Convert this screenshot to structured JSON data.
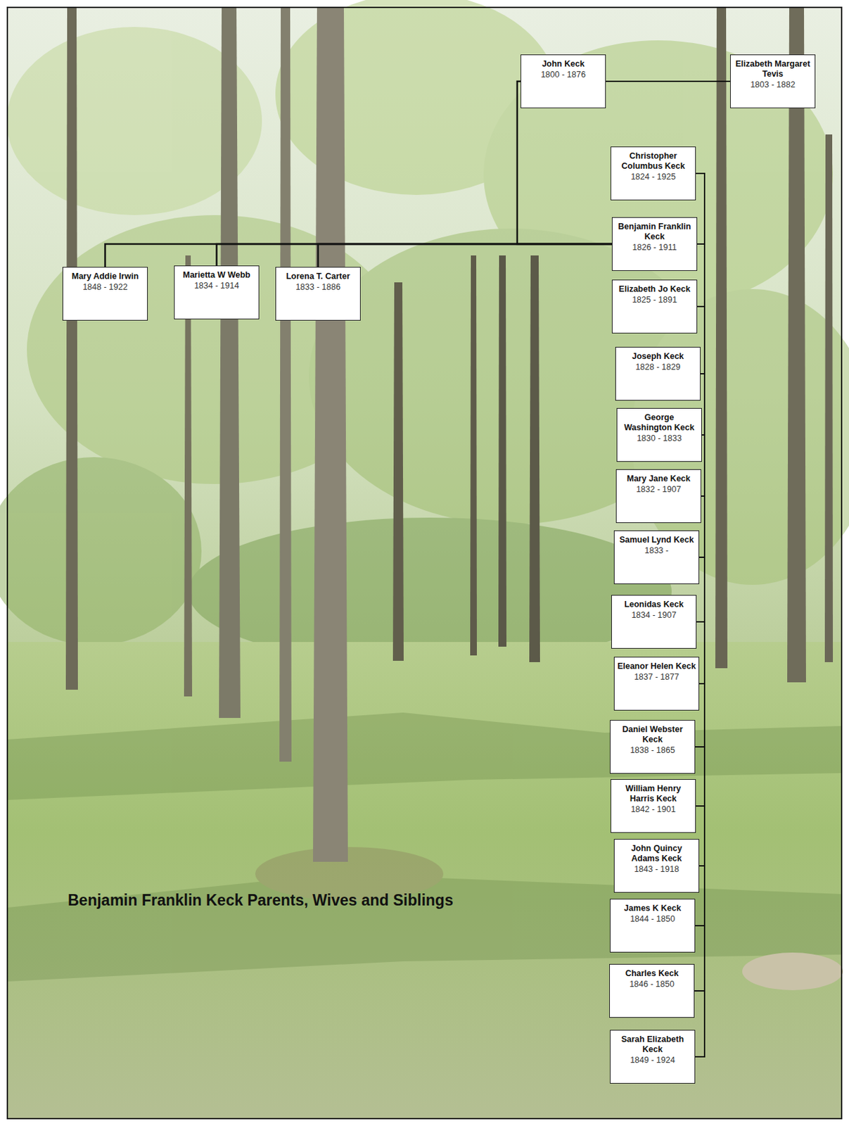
{
  "diagram": {
    "title": "Benjamin Franklin Keck Parents, Wives and Siblings",
    "nodes": [
      {
        "text": [
          "John Keck",
          "1800 - 1876"
        ]
      },
      {
        "text": [
          "Elizabeth Margaret Tevis",
          "1803 - 1882"
        ]
      },
      {
        "text": [
          "Christopher Columbus Keck",
          "1824 - 1925"
        ]
      },
      {
        "text": [
          "Benjamin Franklin Keck",
          "1826 - 1911"
        ]
      },
      {
        "text": [
          "Mary Addie Irwin",
          "1848 - 1922"
        ]
      },
      {
        "text": [
          "Marietta W Webb",
          "1834 - 1914"
        ]
      },
      {
        "text": [
          "Lorena T. Carter",
          "1833 - 1886"
        ]
      },
      {
        "text": [
          "Elizabeth Jo Keck",
          "1825 - 1891"
        ]
      },
      {
        "text": [
          "Joseph Keck",
          "1828 - 1829"
        ]
      },
      {
        "text": [
          "George Washington Keck",
          "1830 - 1833"
        ]
      },
      {
        "text": [
          "Mary Jane Keck",
          "1832 - 1907"
        ]
      },
      {
        "text": [
          "Samuel Lynd Keck",
          "1833 -"
        ]
      },
      {
        "text": [
          "Leonidas Keck",
          "1834 - 1907"
        ]
      },
      {
        "text": [
          "Eleanor Helen Keck",
          "1837 - 1877"
        ]
      },
      {
        "text": [
          "Daniel Webster Keck",
          "1838 - 1865"
        ]
      },
      {
        "text": [
          "William Henry Harris Keck",
          "1842 - 1901"
        ]
      },
      {
        "text": [
          "John Quincy Adams Keck",
          "1843 - 1918"
        ]
      },
      {
        "text": [
          "James K Keck",
          "1844 - 1850"
        ]
      },
      {
        "text": [
          "Charles Keck",
          "1846 - 1850"
        ]
      },
      {
        "text": [
          "Sarah Elizabeth Keck",
          "1849 - 1924"
        ]
      }
    ],
    "edges": [
      {
        "from": 0,
        "to": 1,
        "arrow": "none"
      },
      {
        "from": 0,
        "to": 3,
        "arrow": "none"
      },
      {
        "from": 3,
        "to": 4,
        "arrow": "none"
      },
      {
        "from": 3,
        "to": 5,
        "arrow": "none"
      },
      {
        "from": 3,
        "to": 6,
        "arrow": "none"
      },
      {
        "from": 2,
        "to": 3,
        "arrow": "none"
      },
      {
        "from": 3,
        "to": 7,
        "arrow": "none"
      },
      {
        "from": 7,
        "to": 8,
        "arrow": "none"
      },
      {
        "from": 8,
        "to": 9,
        "arrow": "none"
      },
      {
        "from": 9,
        "to": 10,
        "arrow": "none"
      },
      {
        "from": 10,
        "to": 11,
        "arrow": "none"
      },
      {
        "from": 11,
        "to": 12,
        "arrow": "none"
      },
      {
        "from": 12,
        "to": 13,
        "arrow": "none"
      },
      {
        "from": 13,
        "to": 14,
        "arrow": "none"
      },
      {
        "from": 14,
        "to": 15,
        "arrow": "none"
      },
      {
        "from": 15,
        "to": 16,
        "arrow": "none"
      },
      {
        "from": 16,
        "to": 17,
        "arrow": "none"
      },
      {
        "from": 17,
        "to": 18,
        "arrow": "none"
      },
      {
        "from": 18,
        "to": 19,
        "arrow": "none"
      }
    ]
  }
}
